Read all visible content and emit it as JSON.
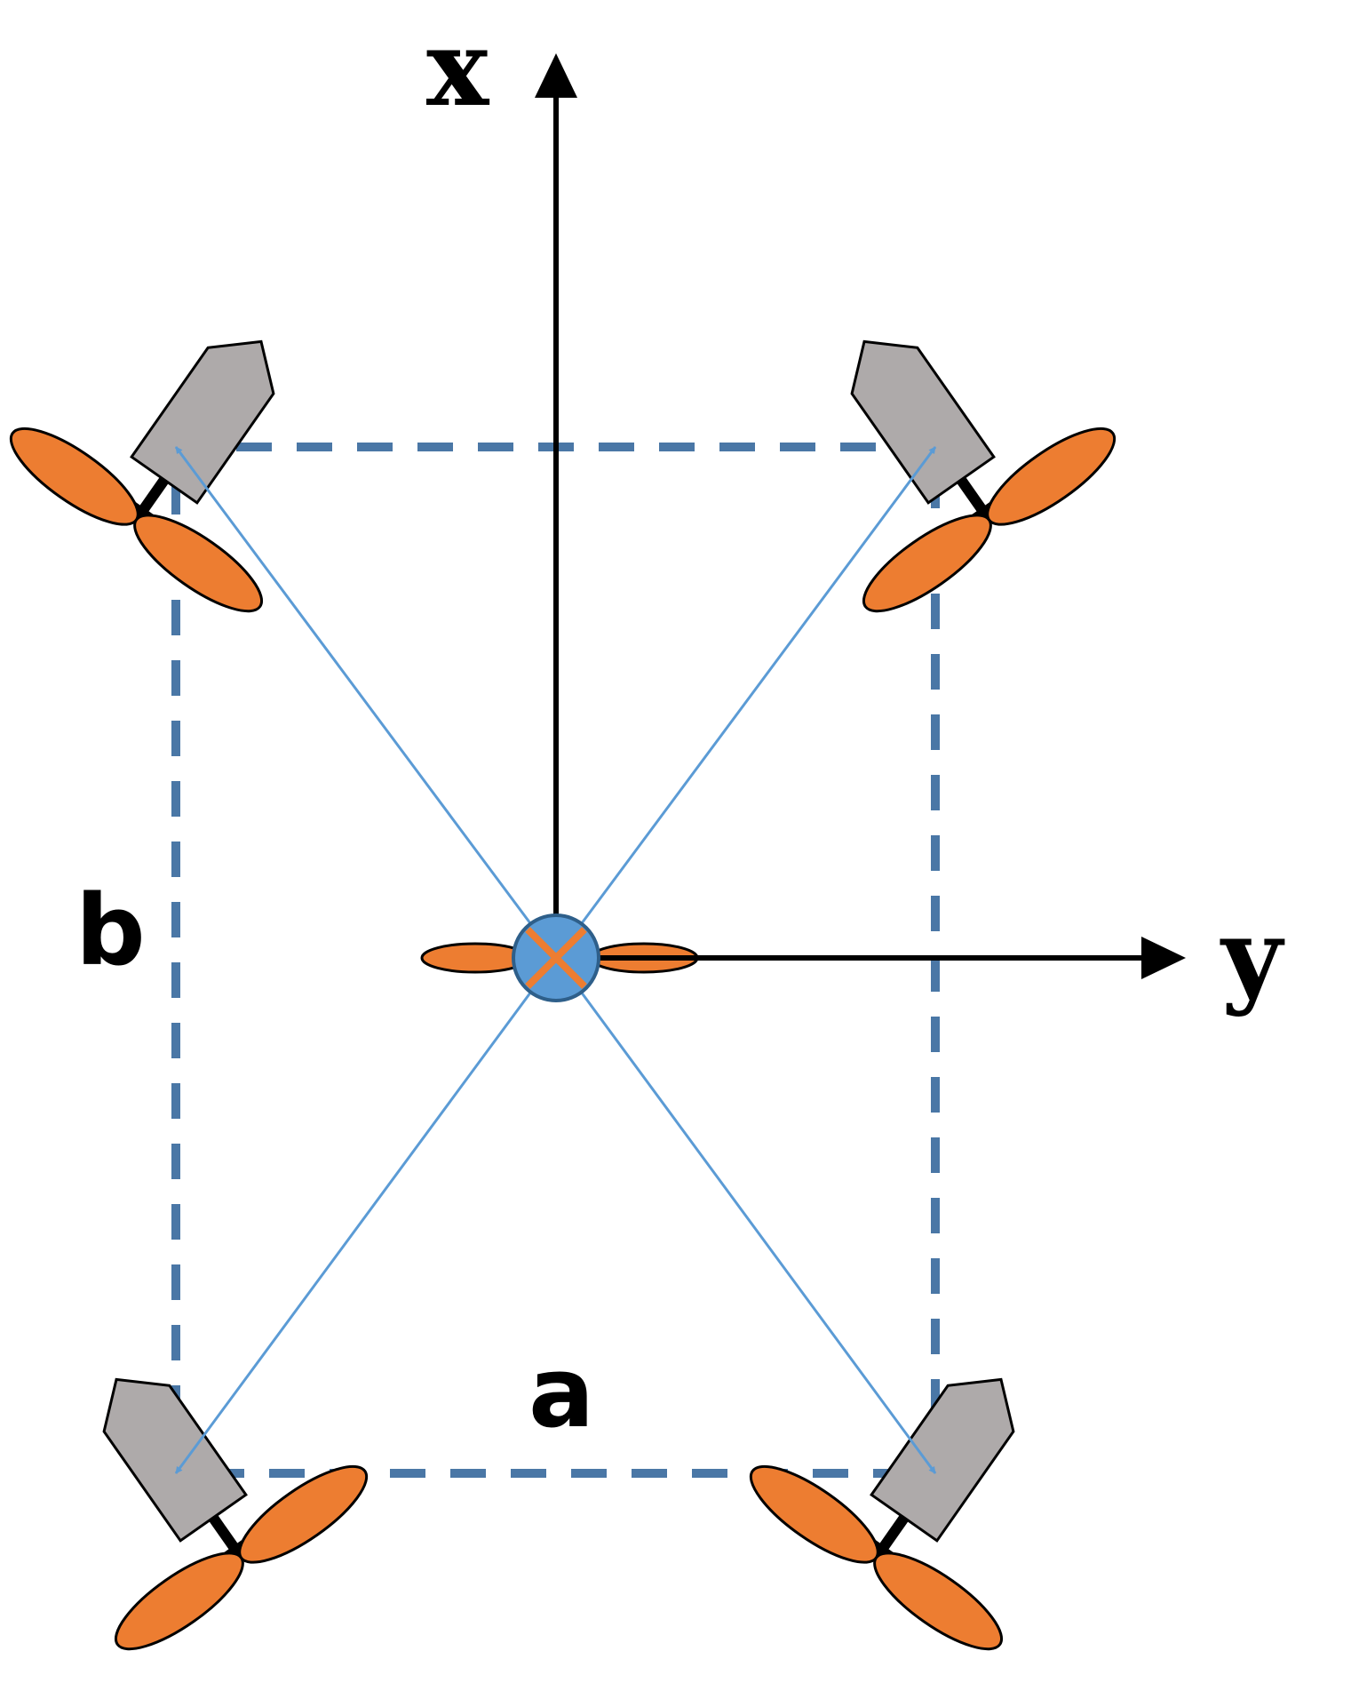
{
  "axes": {
    "x_label": "x",
    "y_label": "y"
  },
  "dimensions": {
    "a_label": "a",
    "b_label": "b"
  },
  "colors": {
    "axis": "#000000",
    "dashed_frame": "#4a77a6",
    "vector": "#5b9bd5",
    "propeller": "#ed7d31",
    "thruster_body": "#aeaaaa",
    "hub": "#5b9bd5"
  },
  "thrusters": [
    {
      "name": "front-left"
    },
    {
      "name": "front-right"
    },
    {
      "name": "rear-left"
    },
    {
      "name": "rear-right"
    }
  ]
}
